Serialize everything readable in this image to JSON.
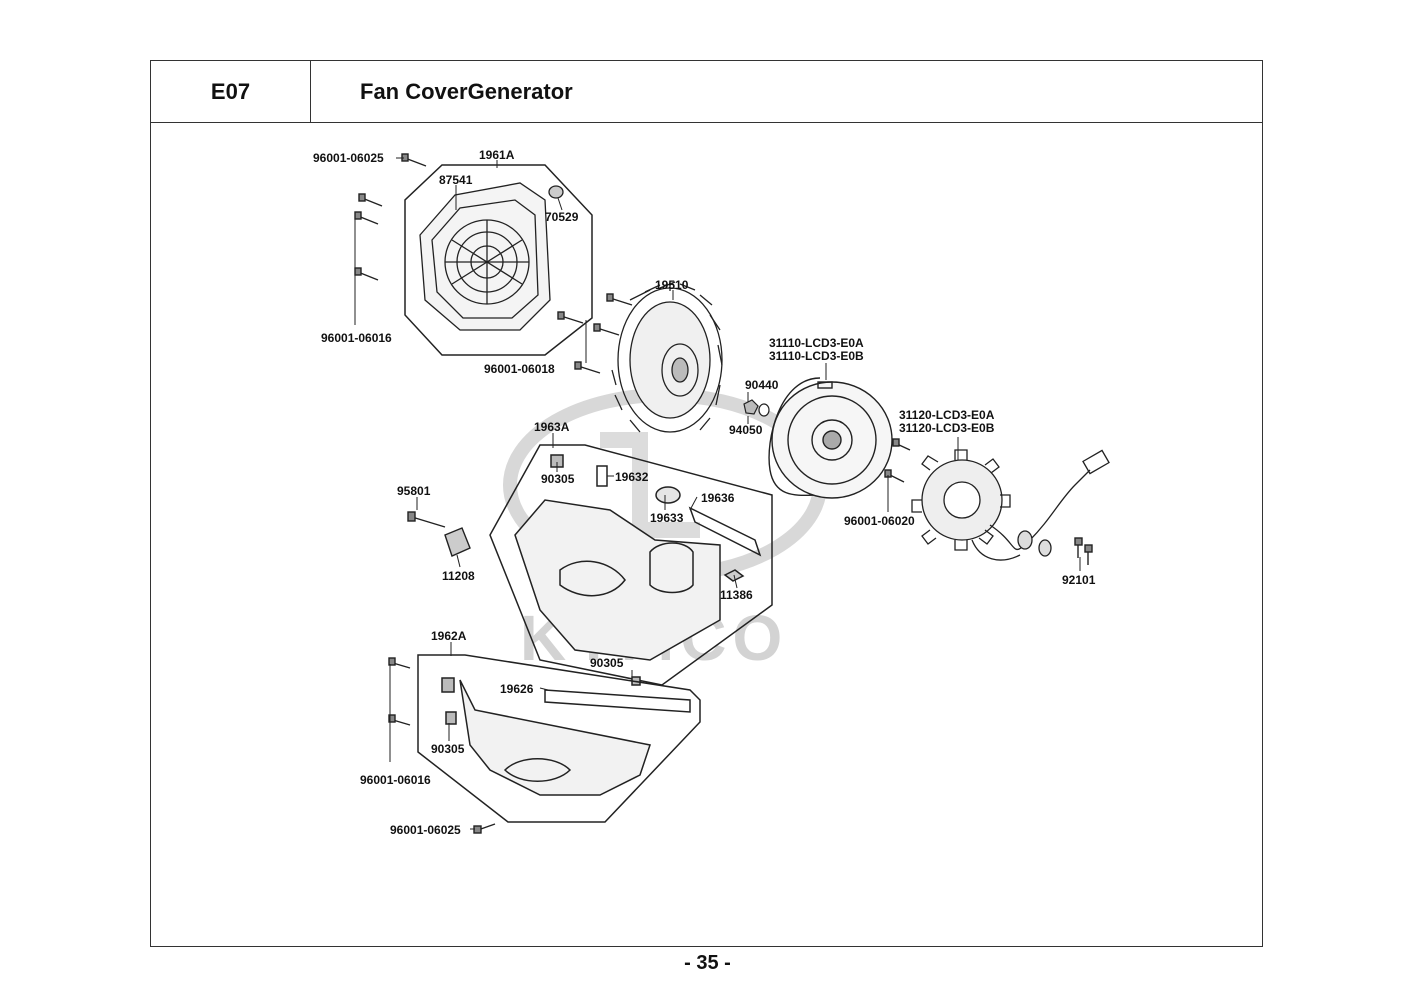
{
  "header": {
    "code": "E07",
    "title": "Fan CoverGenerator"
  },
  "watermark": "KYMCO",
  "labels": {
    "bolt_96001_06025_top": "96001-06025",
    "fan_cover_1961A": "1961A",
    "part_87541": "87541",
    "part_70529": "70529",
    "bolt_96001_06016_top": "96001-06016",
    "fan_19510": "19510",
    "bolt_96001_06018": "96001-06018",
    "rotor_31110_a": "31110-LCD3-E0A",
    "rotor_31110_b": "31110-LCD3-E0B",
    "washer_90440": "90440",
    "nut_94050": "94050",
    "stator_31120_a": "31120-LCD3-E0A",
    "stator_31120_b": "31120-LCD3-E0B",
    "bolt_96001_06020": "96001-06020",
    "bolt_92101": "92101",
    "shroud_1963A": "1963A",
    "clip_90305_a": "90305",
    "part_19632": "19632",
    "part_19633": "19633",
    "part_19636": "19636",
    "bolt_95801": "95801",
    "bracket_11208": "11208",
    "clip_11386": "11386",
    "clip_90305_b": "90305",
    "shroud_1962A": "1962A",
    "seal_19626": "19626",
    "clip_90305_c": "90305",
    "bolt_96001_06016_bottom": "96001-06016",
    "bolt_96001_06025_bottom": "96001-06025"
  },
  "footer": {
    "page_number": "- 35 -"
  }
}
